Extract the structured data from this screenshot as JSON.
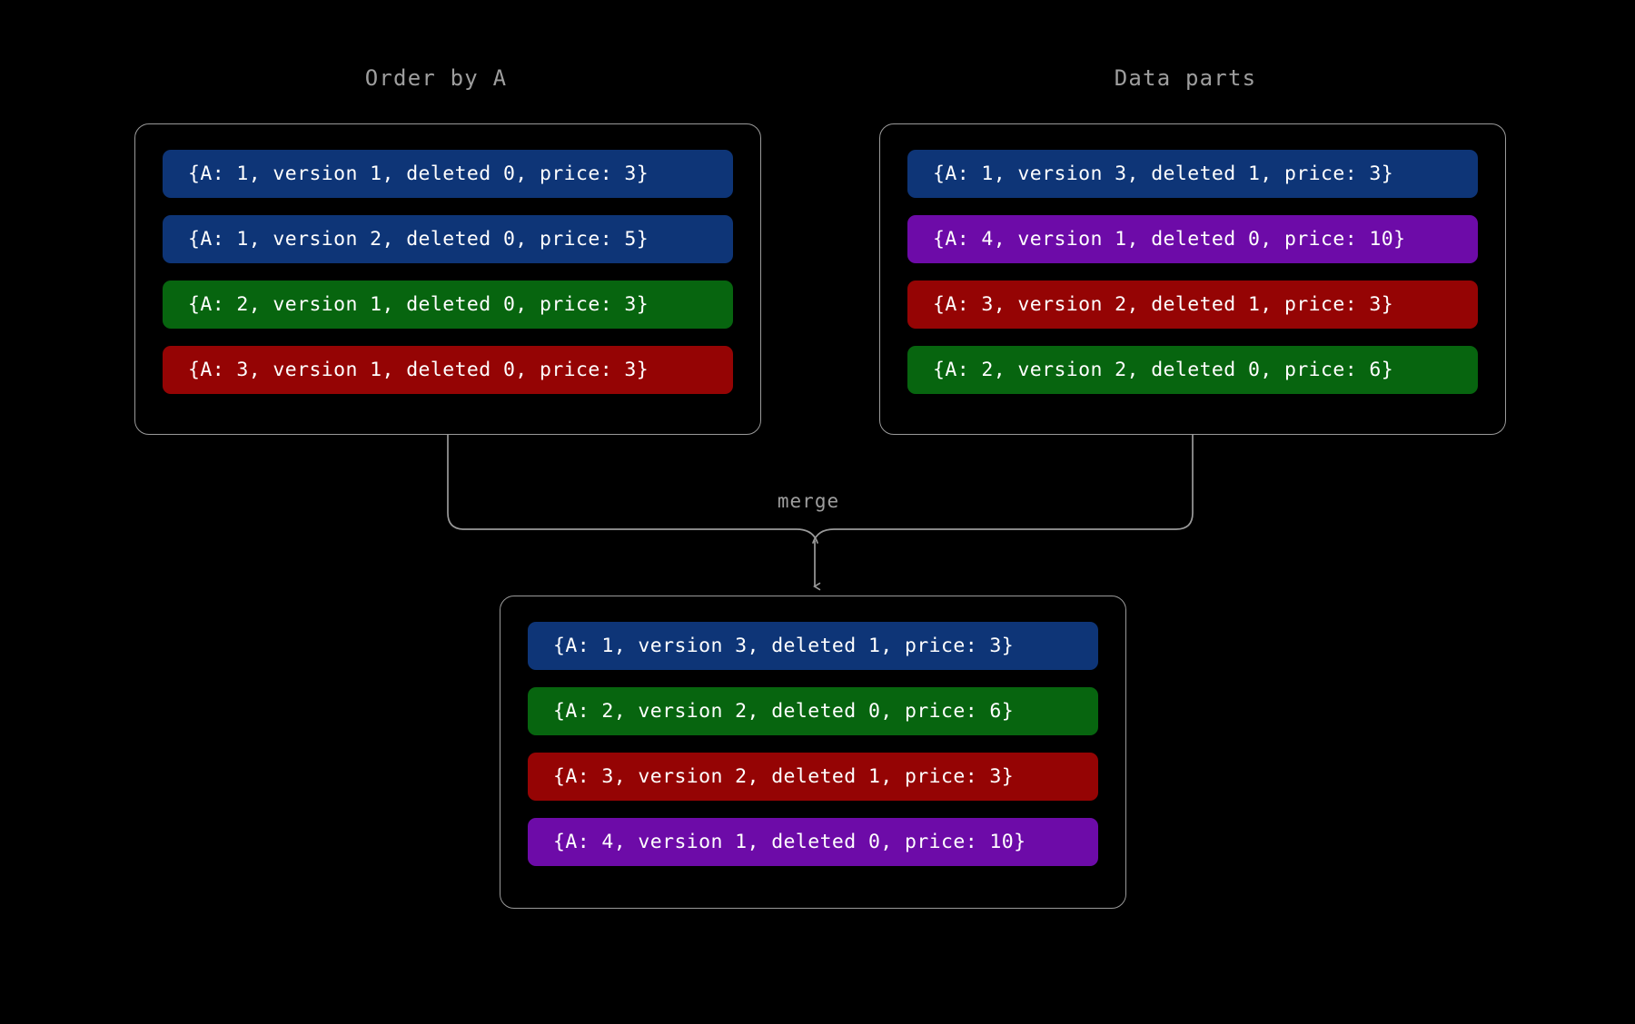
{
  "diagram": {
    "background_color": "#000000",
    "border_color": "#9a9a9a",
    "label_color": "#9e9e9e",
    "merge_label": "merge"
  },
  "colors": {
    "blue": "#0e3577",
    "green": "#07650f",
    "red": "#950404",
    "purple": "#6d0ba8"
  },
  "panels": {
    "left": {
      "title": "Order by A",
      "rows": [
        {
          "text": "{A: 1, version 1, deleted 0, price: 3}",
          "color": "blue"
        },
        {
          "text": "{A: 1, version 2, deleted 0, price: 5}",
          "color": "blue"
        },
        {
          "text": "{A: 2, version 1, deleted 0, price: 3}",
          "color": "green"
        },
        {
          "text": "{A: 3, version 1, deleted 0, price: 3}",
          "color": "red"
        }
      ]
    },
    "right": {
      "title": "Data parts",
      "rows": [
        {
          "text": "{A: 1, version 3, deleted 1, price: 3}",
          "color": "blue"
        },
        {
          "text": "{A: 4, version 1, deleted 0, price: 10}",
          "color": "purple"
        },
        {
          "text": "{A: 3, version 2, deleted 1, price: 3}",
          "color": "red"
        },
        {
          "text": "{A: 2, version 2, deleted 0, price: 6}",
          "color": "green"
        }
      ]
    },
    "merged": {
      "title": "",
      "rows": [
        {
          "text": "{A: 1, version 3, deleted 1, price: 3}",
          "color": "blue"
        },
        {
          "text": "{A: 2, version 2, deleted 0, price: 6}",
          "color": "green"
        },
        {
          "text": "{A: 3, version 2, deleted 1, price: 3}",
          "color": "red"
        },
        {
          "text": "{A: 4, version 1, deleted 0, price: 10}",
          "color": "purple"
        }
      ]
    }
  }
}
